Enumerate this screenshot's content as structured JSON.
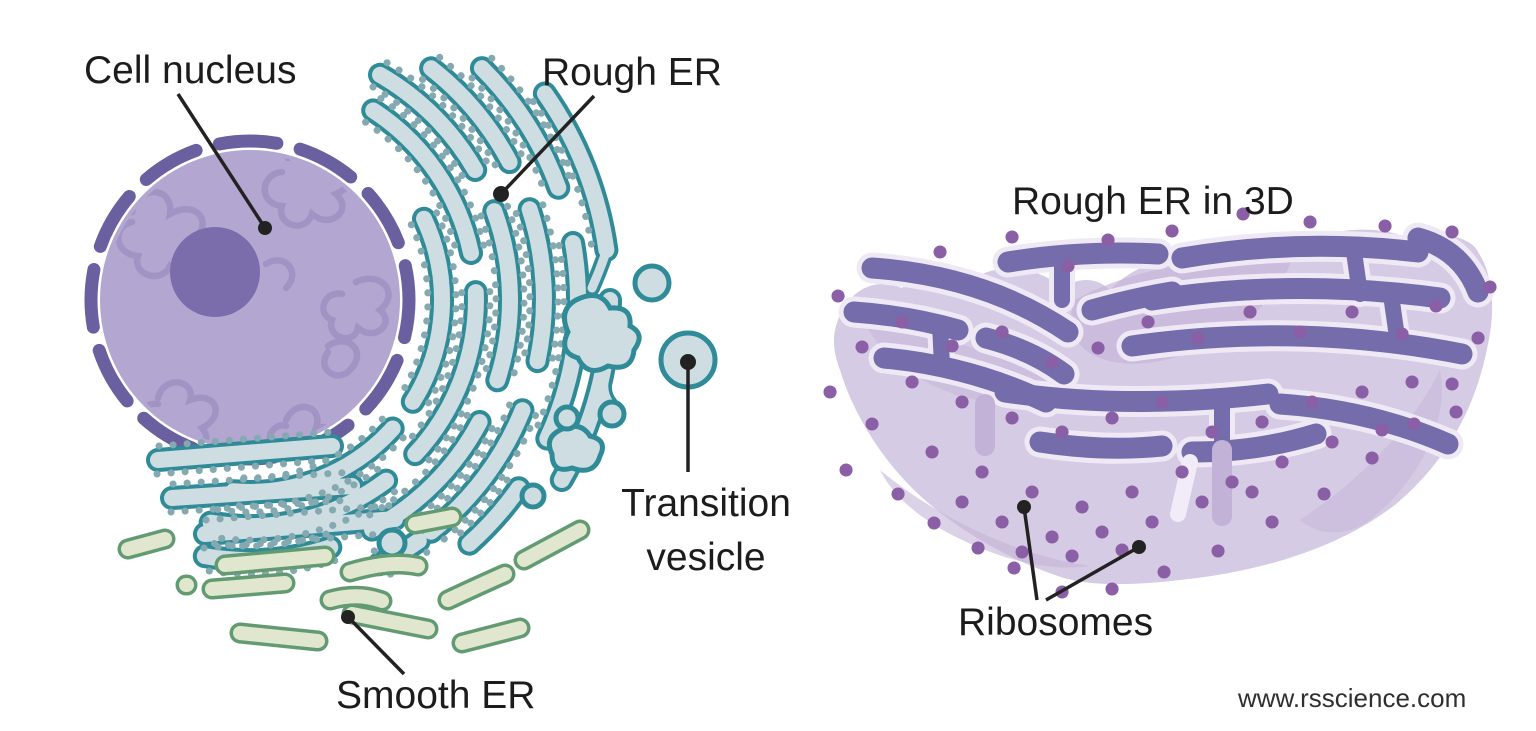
{
  "page": {
    "background": "#ffffff"
  },
  "left_diagram": {
    "name": "Endoplasmic reticulum 2D diagram",
    "labels": {
      "cell_nucleus": "Cell nucleus",
      "rough_er": "Rough ER",
      "transition_vesicle": "Transition vesicle",
      "smooth_er": "Smooth ER"
    }
  },
  "right_diagram": {
    "title": "Rough ER in 3D",
    "labels": {
      "ribosomes": "Ribosomes"
    }
  },
  "watermark": "www.rsscience.com",
  "colors": {
    "background": "#ffffff",
    "label_text": "#1c1c1c",
    "leader_line": "#222222",
    "watermark_text": "#2f2f2f",
    "nucleus_fill": "#b3a6d0",
    "nucleus_chromatin": "#a092c4",
    "nucleolus": "#7b6cab",
    "nuclear_envelope": "#6a5f9f",
    "rough_er_outline": "#2e8b97",
    "rough_er_fill": "#cddde1",
    "ribosome_dot_2d": "#84a9b1",
    "smooth_er_outline": "#629b72",
    "smooth_er_fill": "#e1e7ce",
    "er3d_body": "#d6cbe4",
    "er3d_shade": "#c4b4d8",
    "er3d_slab": "#756cab",
    "er3d_slab_outline": "#efe9f6",
    "er3d_drip": "#c3b2d8",
    "er3d_highlight": "#f2ecf8",
    "ribosome_dot_3d": "#8b5fa5"
  }
}
